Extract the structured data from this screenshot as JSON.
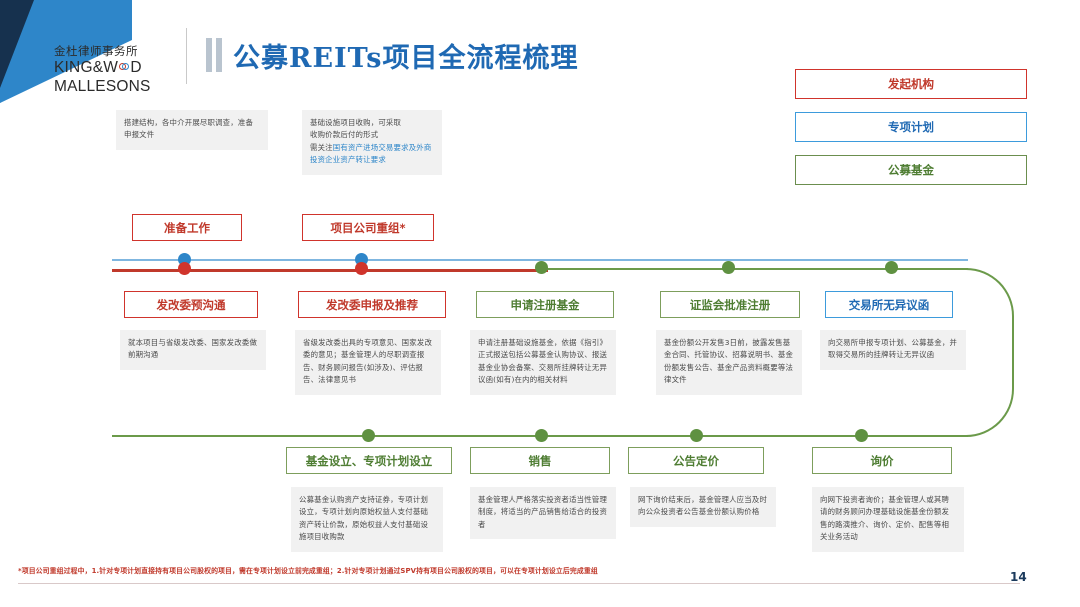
{
  "brand": {
    "name_cn": "金杜律师事务所",
    "name_en_line1": "KING&W",
    "name_en_line1_tail": "D",
    "name_en_line2": "MALLESONS"
  },
  "header": {
    "title": "公募REITs项目全流程梳理"
  },
  "legend": [
    {
      "label": "发起机构",
      "color": "#c0392b"
    },
    {
      "label": "专项计划",
      "color": "#1f69b3"
    },
    {
      "label": "公募基金",
      "color": "#4e7d32"
    }
  ],
  "top_notes": [
    {
      "text": "搭建结构，各中介开展尽职调查，准备申报文件"
    },
    {
      "line1": "基础设施项目收购，可采取",
      "line2": "收购价款后付的形式",
      "line3_prefix": "需关注",
      "line3_highlight": "国有资产进场交易要求及外商投资企业资产转让要求"
    }
  ],
  "milestones": [
    {
      "label": "准备工作"
    },
    {
      "label": "项目公司重组*"
    }
  ],
  "middle_stages": [
    {
      "label": "发改委预沟通",
      "style": "red",
      "note": "就本项目与省级发改委、国家发改委做前期沟通"
    },
    {
      "label": "发改委申报及推荐",
      "style": "red",
      "note": "省级发改委出具的专项意见、国家发改委的意见；基金管理人的尽职调查报告、财务顾问报告(如涉及)、评估报告、法律意见书"
    },
    {
      "label": "申请注册基金",
      "style": "green",
      "note": "申请注册基础设施基金，依据《指引》正式报送包括公募基金认购协议、报送基金业协会备案、交易所挂牌转让无异议函(如有)在内的相关材料"
    },
    {
      "label": "证监会批准注册",
      "style": "green",
      "note": "基金份额公开发售3日前，披露发售基金合同、托管协议、招募说明书、基金份额发售公告、基金产品资料概要等法律文件"
    },
    {
      "label": "交易所无异议函",
      "style": "blue",
      "note": "向交易所申报专项计划、公募基金，并取得交易所的挂牌转让无异议函"
    }
  ],
  "bottom_stages": [
    {
      "label": "基金设立、专项计划设立",
      "note": "公募基金认购资产支持证券，专项计划设立，专项计划向原始权益人支付基础资产转让价款，原始权益人支付基础设施项目收购款"
    },
    {
      "label": "销售",
      "note": "基金管理人严格落实投资者适当性管理制度，将适当的产品销售给适合的投资者"
    },
    {
      "label": "公告定价",
      "note": "网下询价结束后，基金管理人应当及时向公众投资者公告基金份额认购价格"
    },
    {
      "label": "询价",
      "note": "向网下投资者询价；基金管理人或其聘请的财务顾问办理基础设施基金份额发售的路演推介、询价、定价、配售等相关业务活动"
    }
  ],
  "footer": {
    "footnote": "*项目公司重组过程中，1.针对专项计划直接持有项目公司股权的项目，需在专项计划设立前完成重组；2.针对专项计划通过SPV持有项目公司股权的项目，可以在专项计划设立后完成重组",
    "page_number": "14"
  }
}
